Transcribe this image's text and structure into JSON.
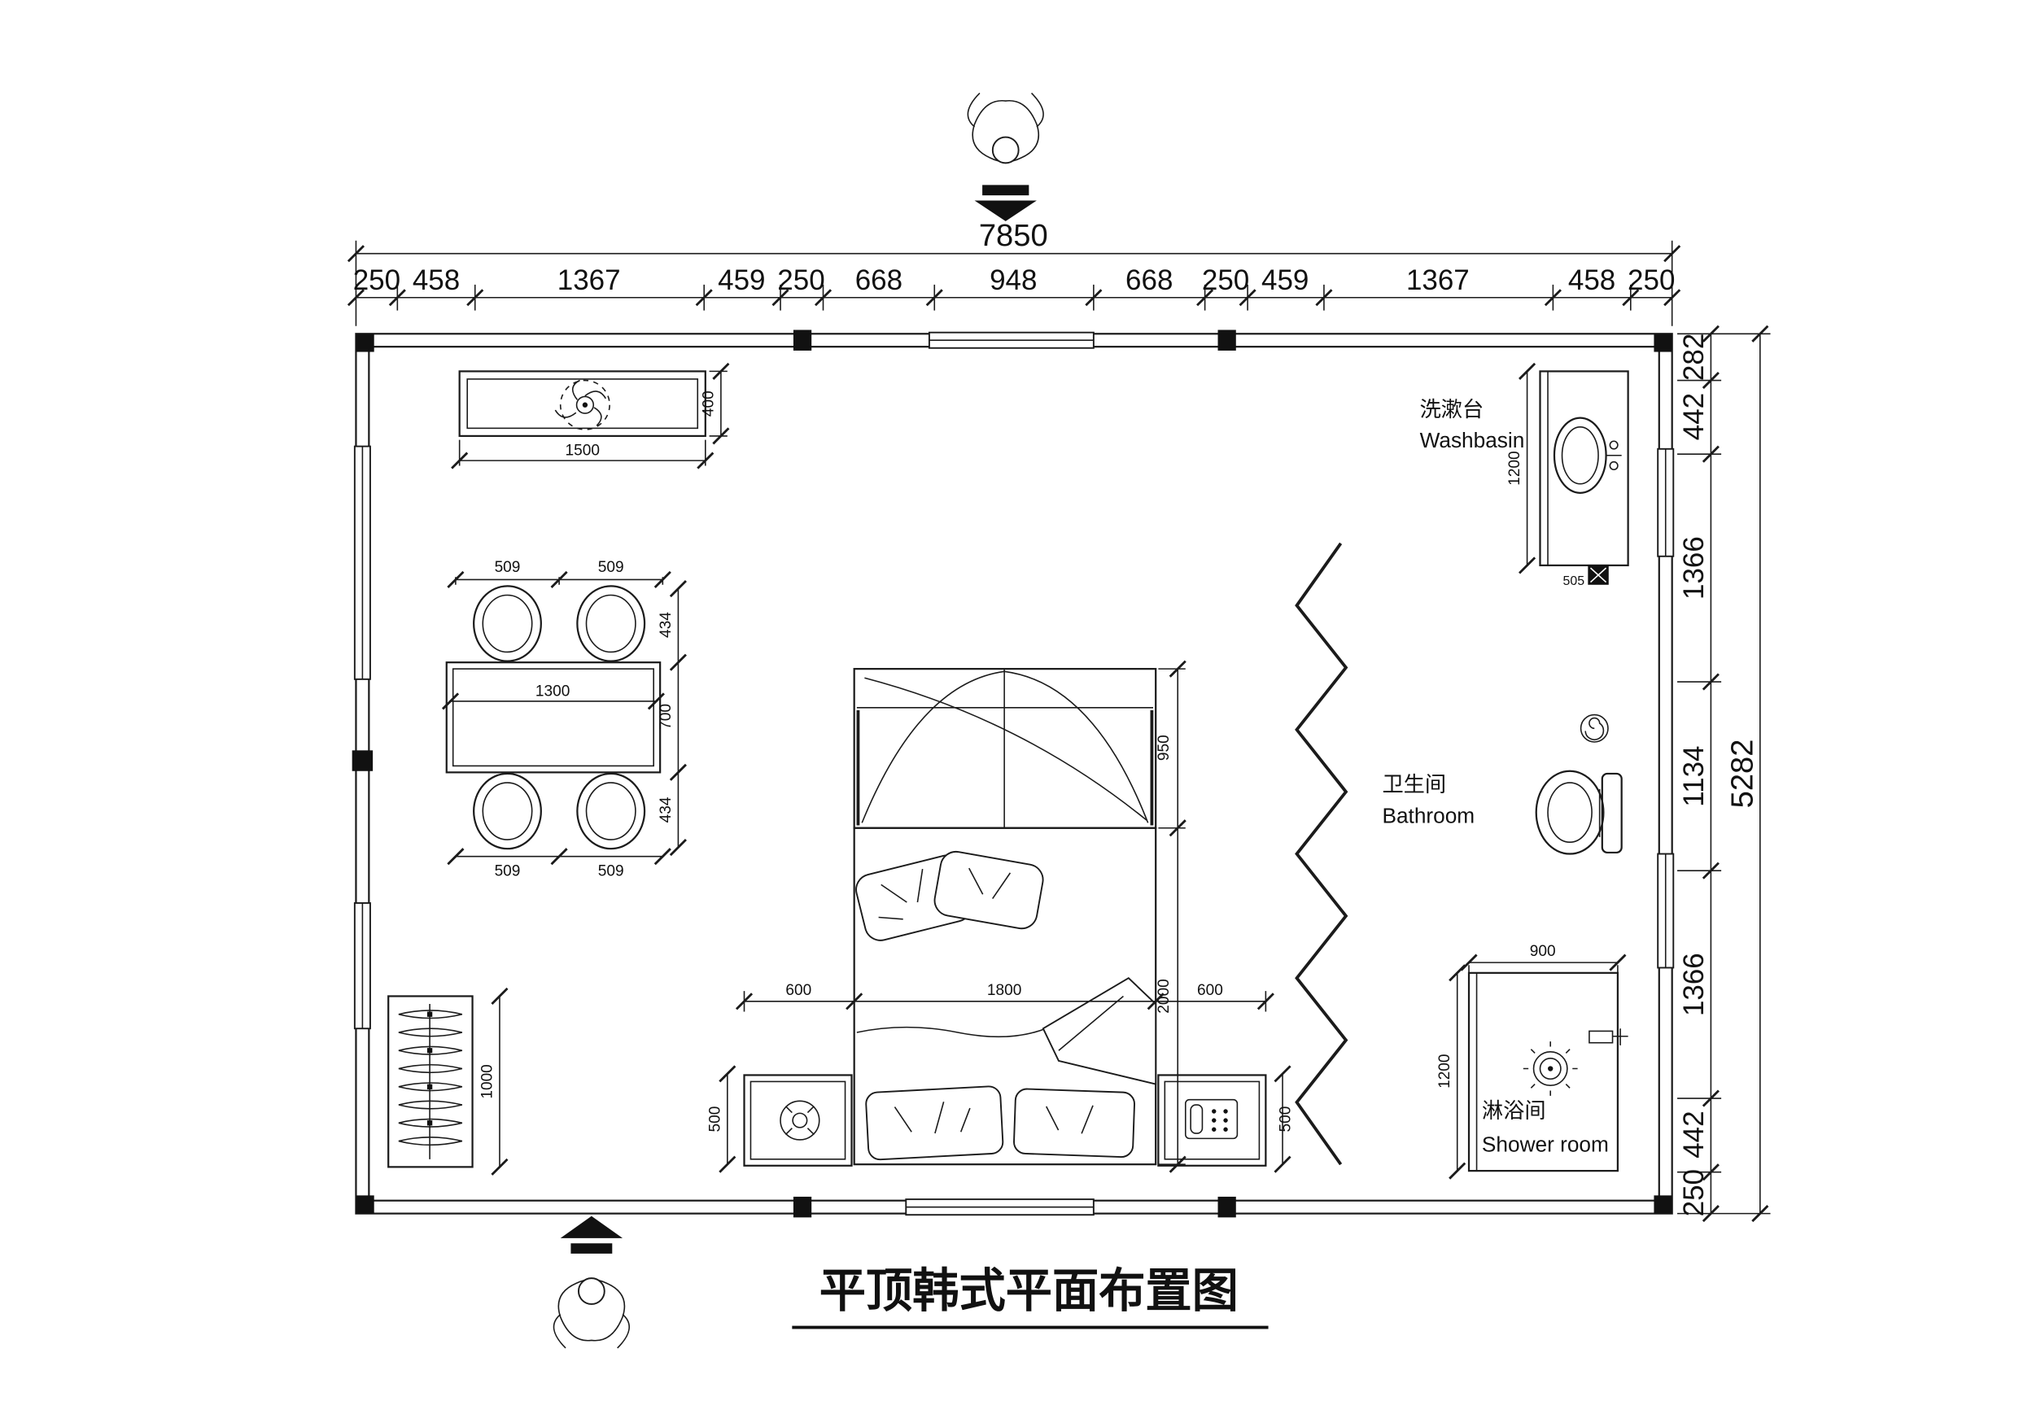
{
  "title": "平顶韩式平面布置图",
  "dim_top": {
    "total": "7850",
    "segments": [
      "250",
      "458",
      "1367",
      "459",
      "250",
      "668",
      "948",
      "668",
      "250",
      "459",
      "1367",
      "458",
      "250"
    ]
  },
  "dim_right": {
    "total": "5282",
    "segments": [
      "282",
      "442",
      "1366",
      "1134",
      "1366",
      "442",
      "250"
    ]
  },
  "rooms": {
    "washbasin": {
      "zh": "洗漱台",
      "en": "Washbasin"
    },
    "bathroom": {
      "zh": "卫生间",
      "en": "Bathroom"
    },
    "shower": {
      "zh": "淋浴间",
      "en": "Shower room"
    }
  },
  "dims": {
    "tv_width": "1500",
    "tv_depth": "400",
    "chair_top": [
      "509",
      "509"
    ],
    "dining_side": [
      "434",
      "700",
      "434"
    ],
    "chair_bottom": [
      "509",
      "509"
    ],
    "table_length": "1300",
    "bed_canopy": "950",
    "bed_length": "2000",
    "bed_bottom": [
      "600",
      "1800",
      "600"
    ],
    "nightstand_left": "500",
    "nightstand_right": "500",
    "wardrobe": "1000",
    "washbasin_length": "1200",
    "washbasin_width": "505",
    "shower_width": "900",
    "shower_length": "1200"
  }
}
